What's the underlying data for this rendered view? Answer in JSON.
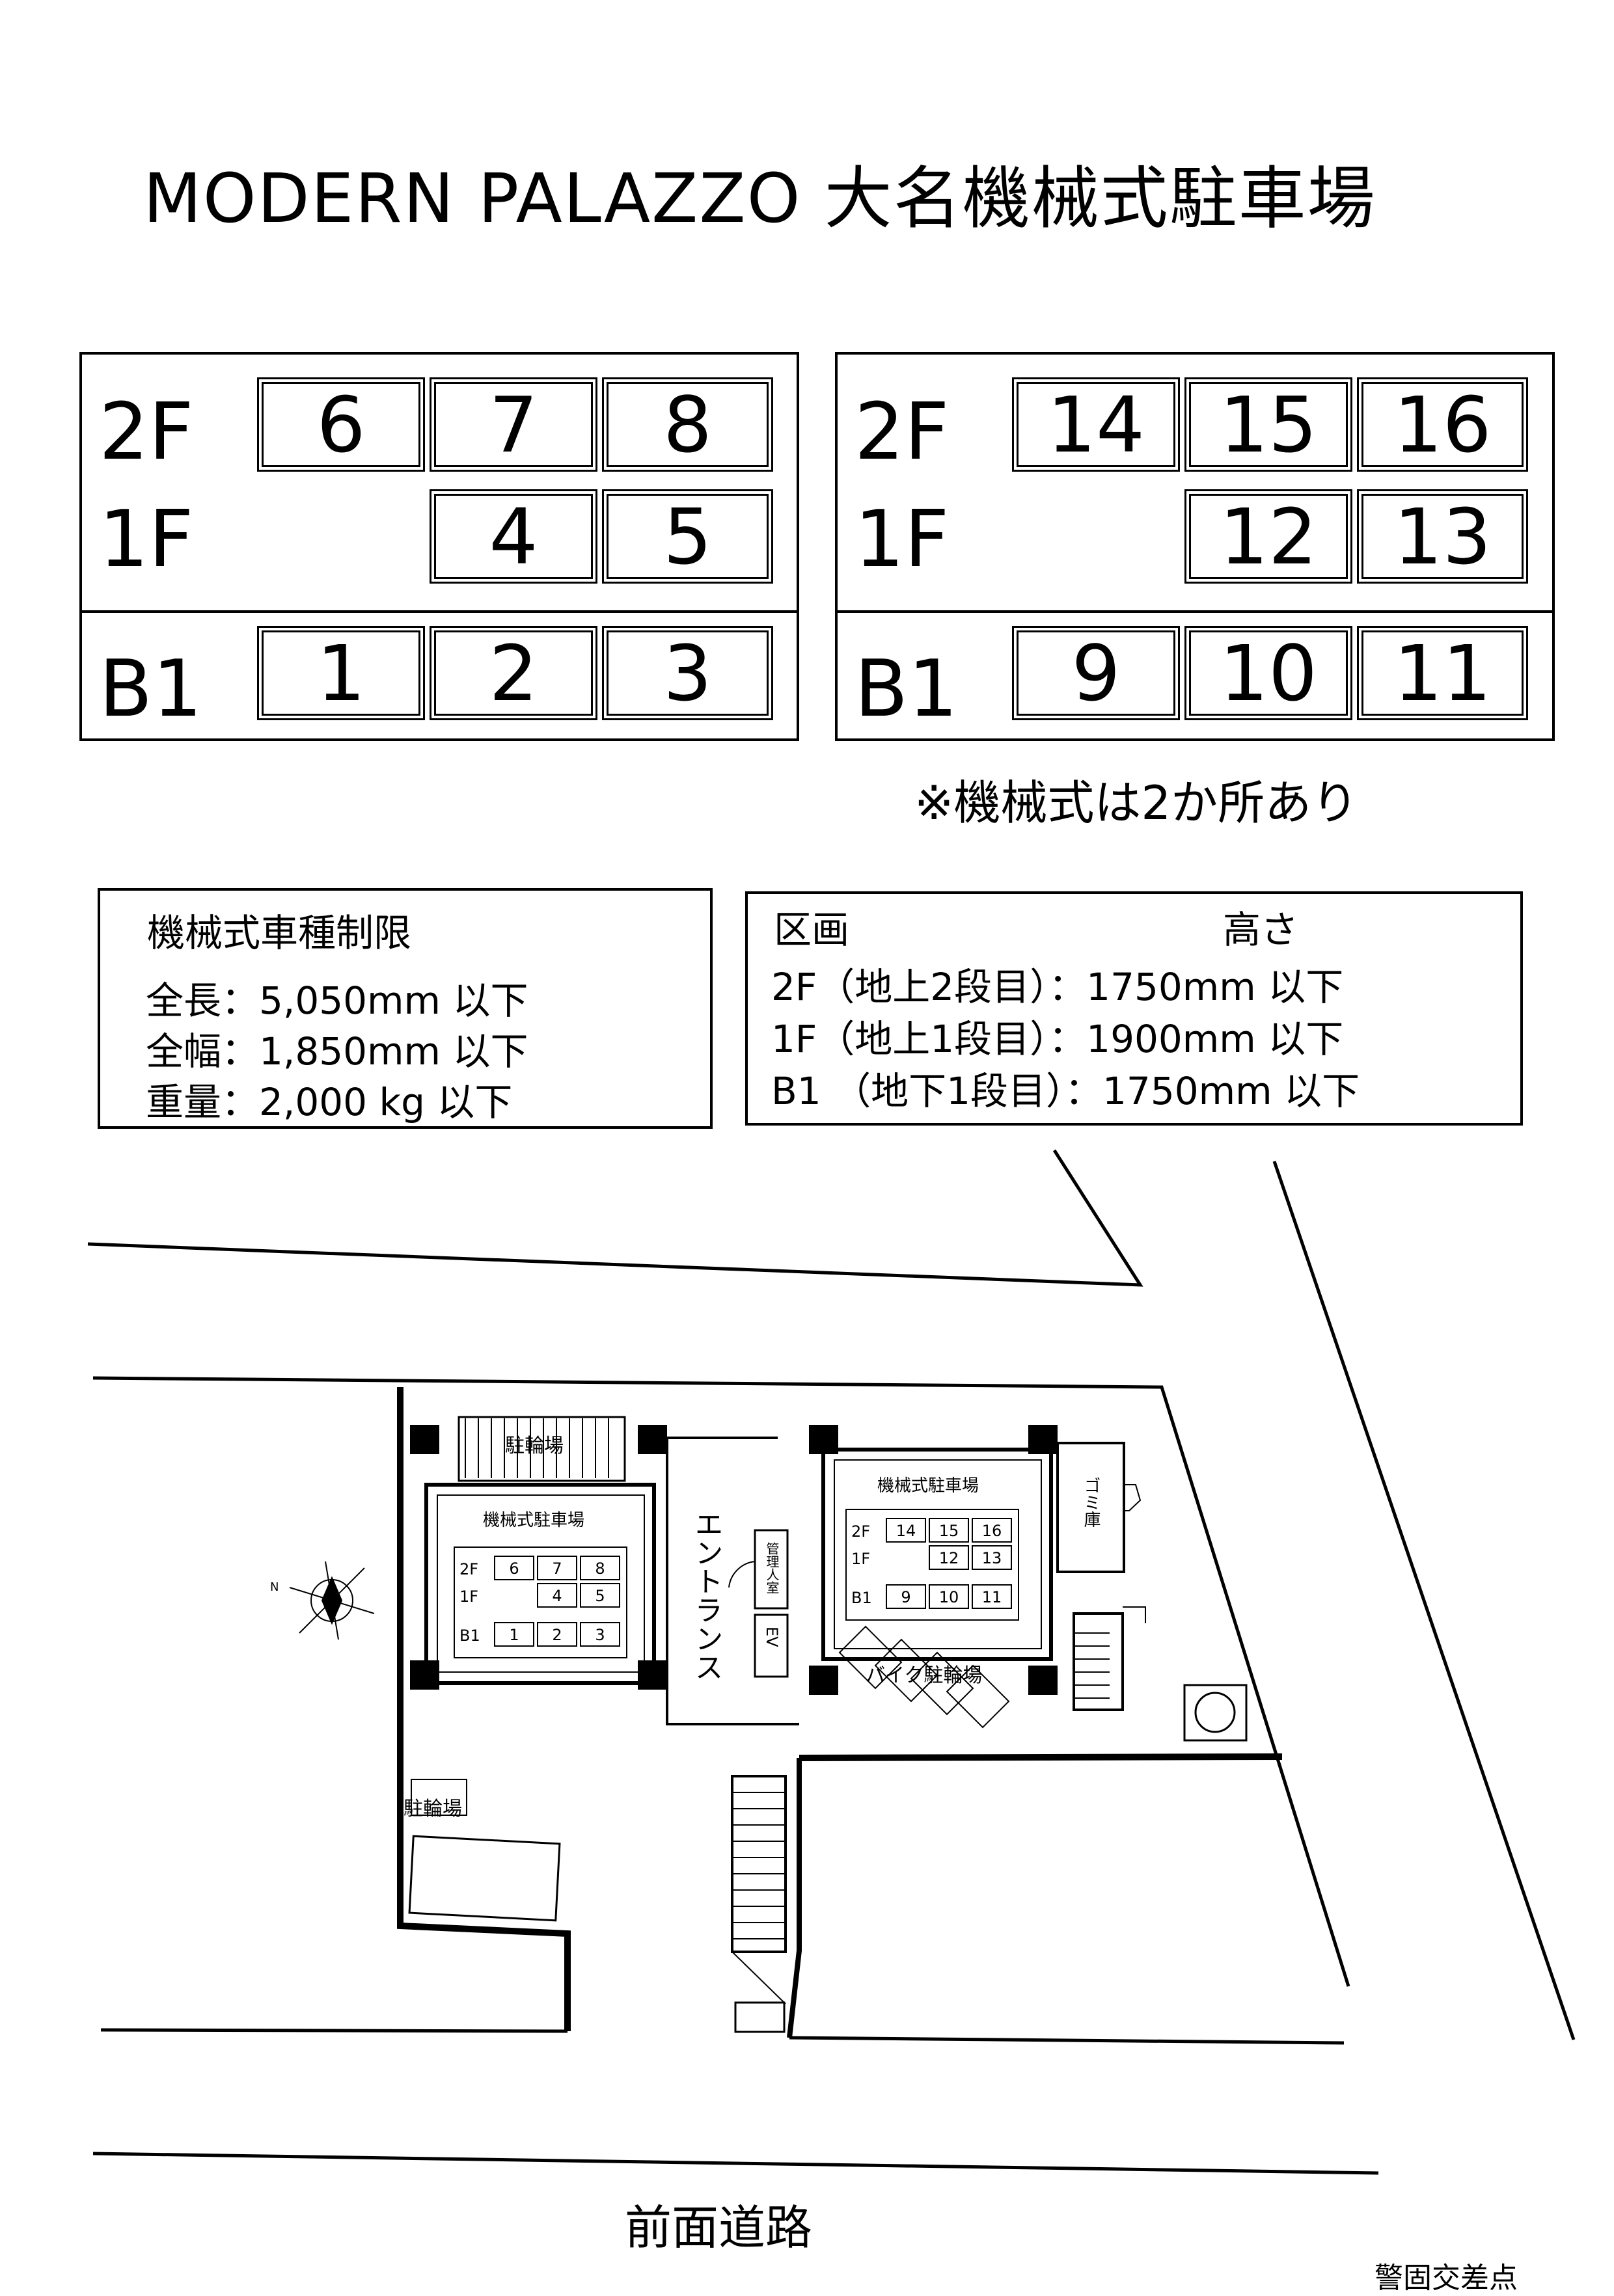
{
  "title": "MODERN PALAZZO 大名機械式駐車場",
  "grids": [
    {
      "floors": [
        "2F",
        "1F",
        "B1"
      ],
      "rows": {
        "f2": [
          "6",
          "7",
          "8"
        ],
        "f1": [
          "4",
          "5"
        ],
        "b1": [
          "1",
          "2",
          "3"
        ]
      }
    },
    {
      "floors": [
        "2F",
        "1F",
        "B1"
      ],
      "rows": {
        "f2": [
          "14",
          "15",
          "16"
        ],
        "f1": [
          "12",
          "13"
        ],
        "b1": [
          "9",
          "10",
          "11"
        ]
      }
    }
  ],
  "note": "※機械式は2か所あり",
  "restrictions": {
    "heading": "機械式車種制限",
    "lines": [
      "全長：5,050mm 以下",
      "全幅：1,850mm 以下",
      "重量：2,000 kg 以下"
    ]
  },
  "heights": {
    "col1": "区画",
    "col2": "高さ",
    "lines": [
      "2F（地上2段目）：1750mm 以下",
      "1F（地上1段目）：1900mm 以下",
      "B1 （地下1段目）：1750mm 以下"
    ]
  },
  "map": {
    "bicycle_parking_top": "駐輪場",
    "bicycle_parking_left": "駐輪場",
    "mech_parking_label_left": "機械式駐車場",
    "mech_parking_label_right": "機械式駐車場",
    "entrance": "エントランス",
    "manager_room": "管理人室",
    "ev": "EV",
    "garbage": "ゴミ庫",
    "bike_parking": "バイク駐輪場",
    "north": "N",
    "small_grid_left": {
      "f2": [
        "6",
        "7",
        "8"
      ],
      "f1": [
        "4",
        "5"
      ],
      "b1": [
        "1",
        "2",
        "3"
      ],
      "floors": [
        "2F",
        "1F",
        "B1"
      ]
    },
    "small_grid_right": {
      "f2": [
        "14",
        "15",
        "16"
      ],
      "f1": [
        "12",
        "13"
      ],
      "b1": [
        "9",
        "10",
        "11"
      ],
      "floors": [
        "2F",
        "1F",
        "B1"
      ]
    }
  },
  "road": "前面道路",
  "intersection": "警固交差点"
}
